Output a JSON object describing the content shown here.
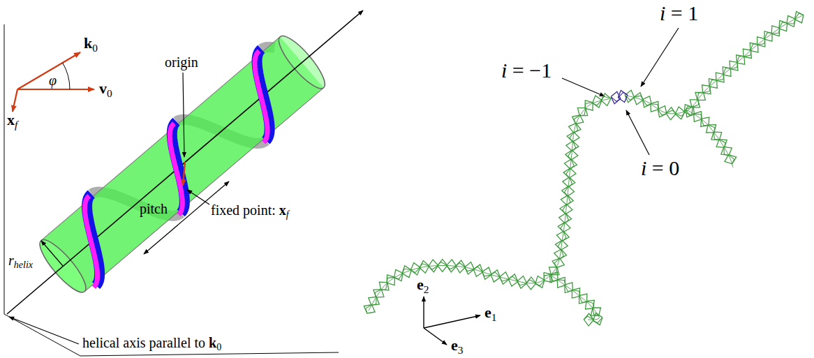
{
  "diagram": {
    "labels": [
      "k0",
      "φ",
      "v0",
      "xf",
      "origin",
      "fixed point: xf",
      "pitch",
      "rhelix",
      "helical axis parallel to k0",
      "i = 1",
      "i = −1",
      "i = 0",
      "e2",
      "e1",
      "e3"
    ]
  }
}
